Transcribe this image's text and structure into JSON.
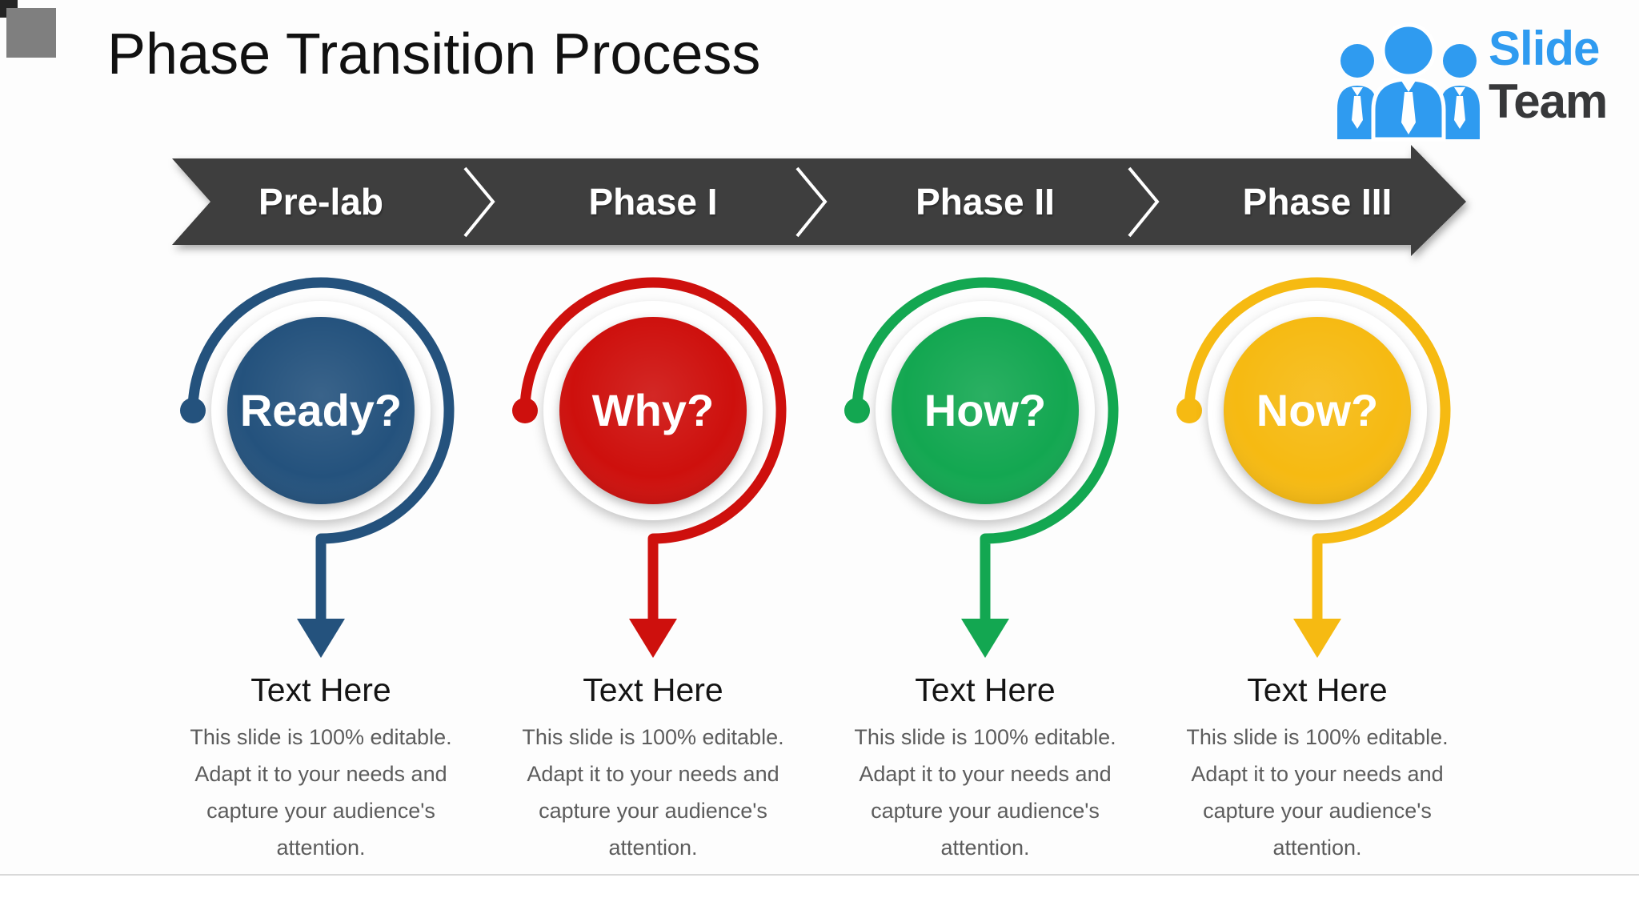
{
  "slide": {
    "title": "Phase Transition Process",
    "logo": {
      "line1": "Slide",
      "line2": "Team"
    },
    "banner": {
      "phases": [
        "Pre-lab",
        "Phase I",
        "Phase II",
        "Phase III"
      ]
    },
    "steps": [
      {
        "word": "Ready?",
        "color": "#24527d",
        "heading": "Text Here",
        "description": "This slide is 100% editable. Adapt it to your needs and capture your audience's attention."
      },
      {
        "word": "Why?",
        "color": "#ce100d",
        "heading": "Text Here",
        "description": "This slide is 100% editable. Adapt it to your needs and capture your audience's attention."
      },
      {
        "word": "How?",
        "color": "#13a751",
        "heading": "Text Here",
        "description": "This slide is 100% editable. Adapt it to your needs and capture your audience's attention."
      },
      {
        "word": "Now?",
        "color": "#f6ba12",
        "heading": "Text Here",
        "description": "This slide is 100% editable. Adapt it to your needs and capture your audience's attention."
      }
    ],
    "colors": {
      "banner": "#3e3e3e",
      "logo_blue": "#2f9bf0",
      "logo_dark": "#37383a"
    }
  }
}
